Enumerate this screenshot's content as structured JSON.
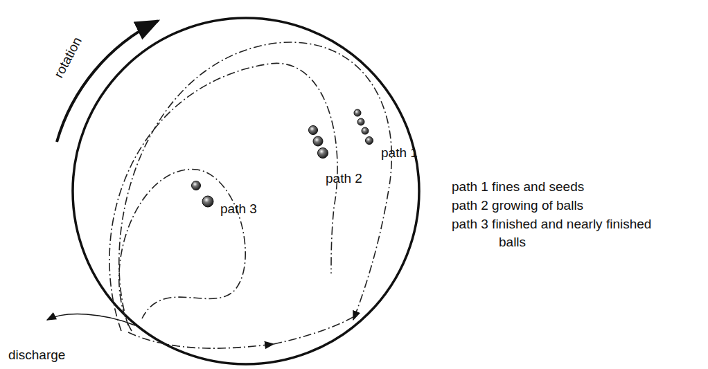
{
  "diagram": {
    "labels": [
      "rotation",
      "path 1",
      "path 2",
      "path 3",
      "discharge",
      "path 1 fines and seeds",
      "path 2 growing of balls",
      "path 3 finished and nearly finished balls"
    ]
  }
}
